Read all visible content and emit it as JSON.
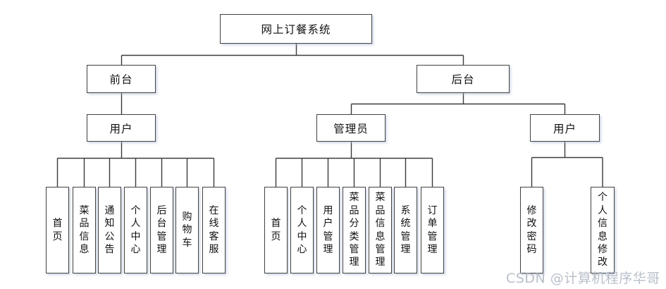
{
  "tree": {
    "root": "网上订餐系统",
    "branches": [
      {
        "label": "前台",
        "children": [
          {
            "label": "用户",
            "children": [
              "首页",
              "菜品信息",
              "通知公告",
              "个人中心",
              "后台管理",
              "购物车",
              "在线客服"
            ]
          }
        ]
      },
      {
        "label": "后台",
        "children": [
          {
            "label": "管理员",
            "children": [
              "首页",
              "个人中心",
              "用户管理",
              "菜品分类管理",
              "菜品信息管理",
              "系统管理",
              "订单管理"
            ]
          },
          {
            "label": "用户",
            "children": [
              "修改密码",
              "个人信息修改"
            ]
          }
        ]
      }
    ]
  },
  "watermark": "CSDN @计算机程序华哥",
  "colors": {
    "background": "#ffffff",
    "box_fill": "#ffffff",
    "box_border": "#424242",
    "line": "#3a3a3a",
    "text": "#111111",
    "watermark": "#b9bfca"
  }
}
